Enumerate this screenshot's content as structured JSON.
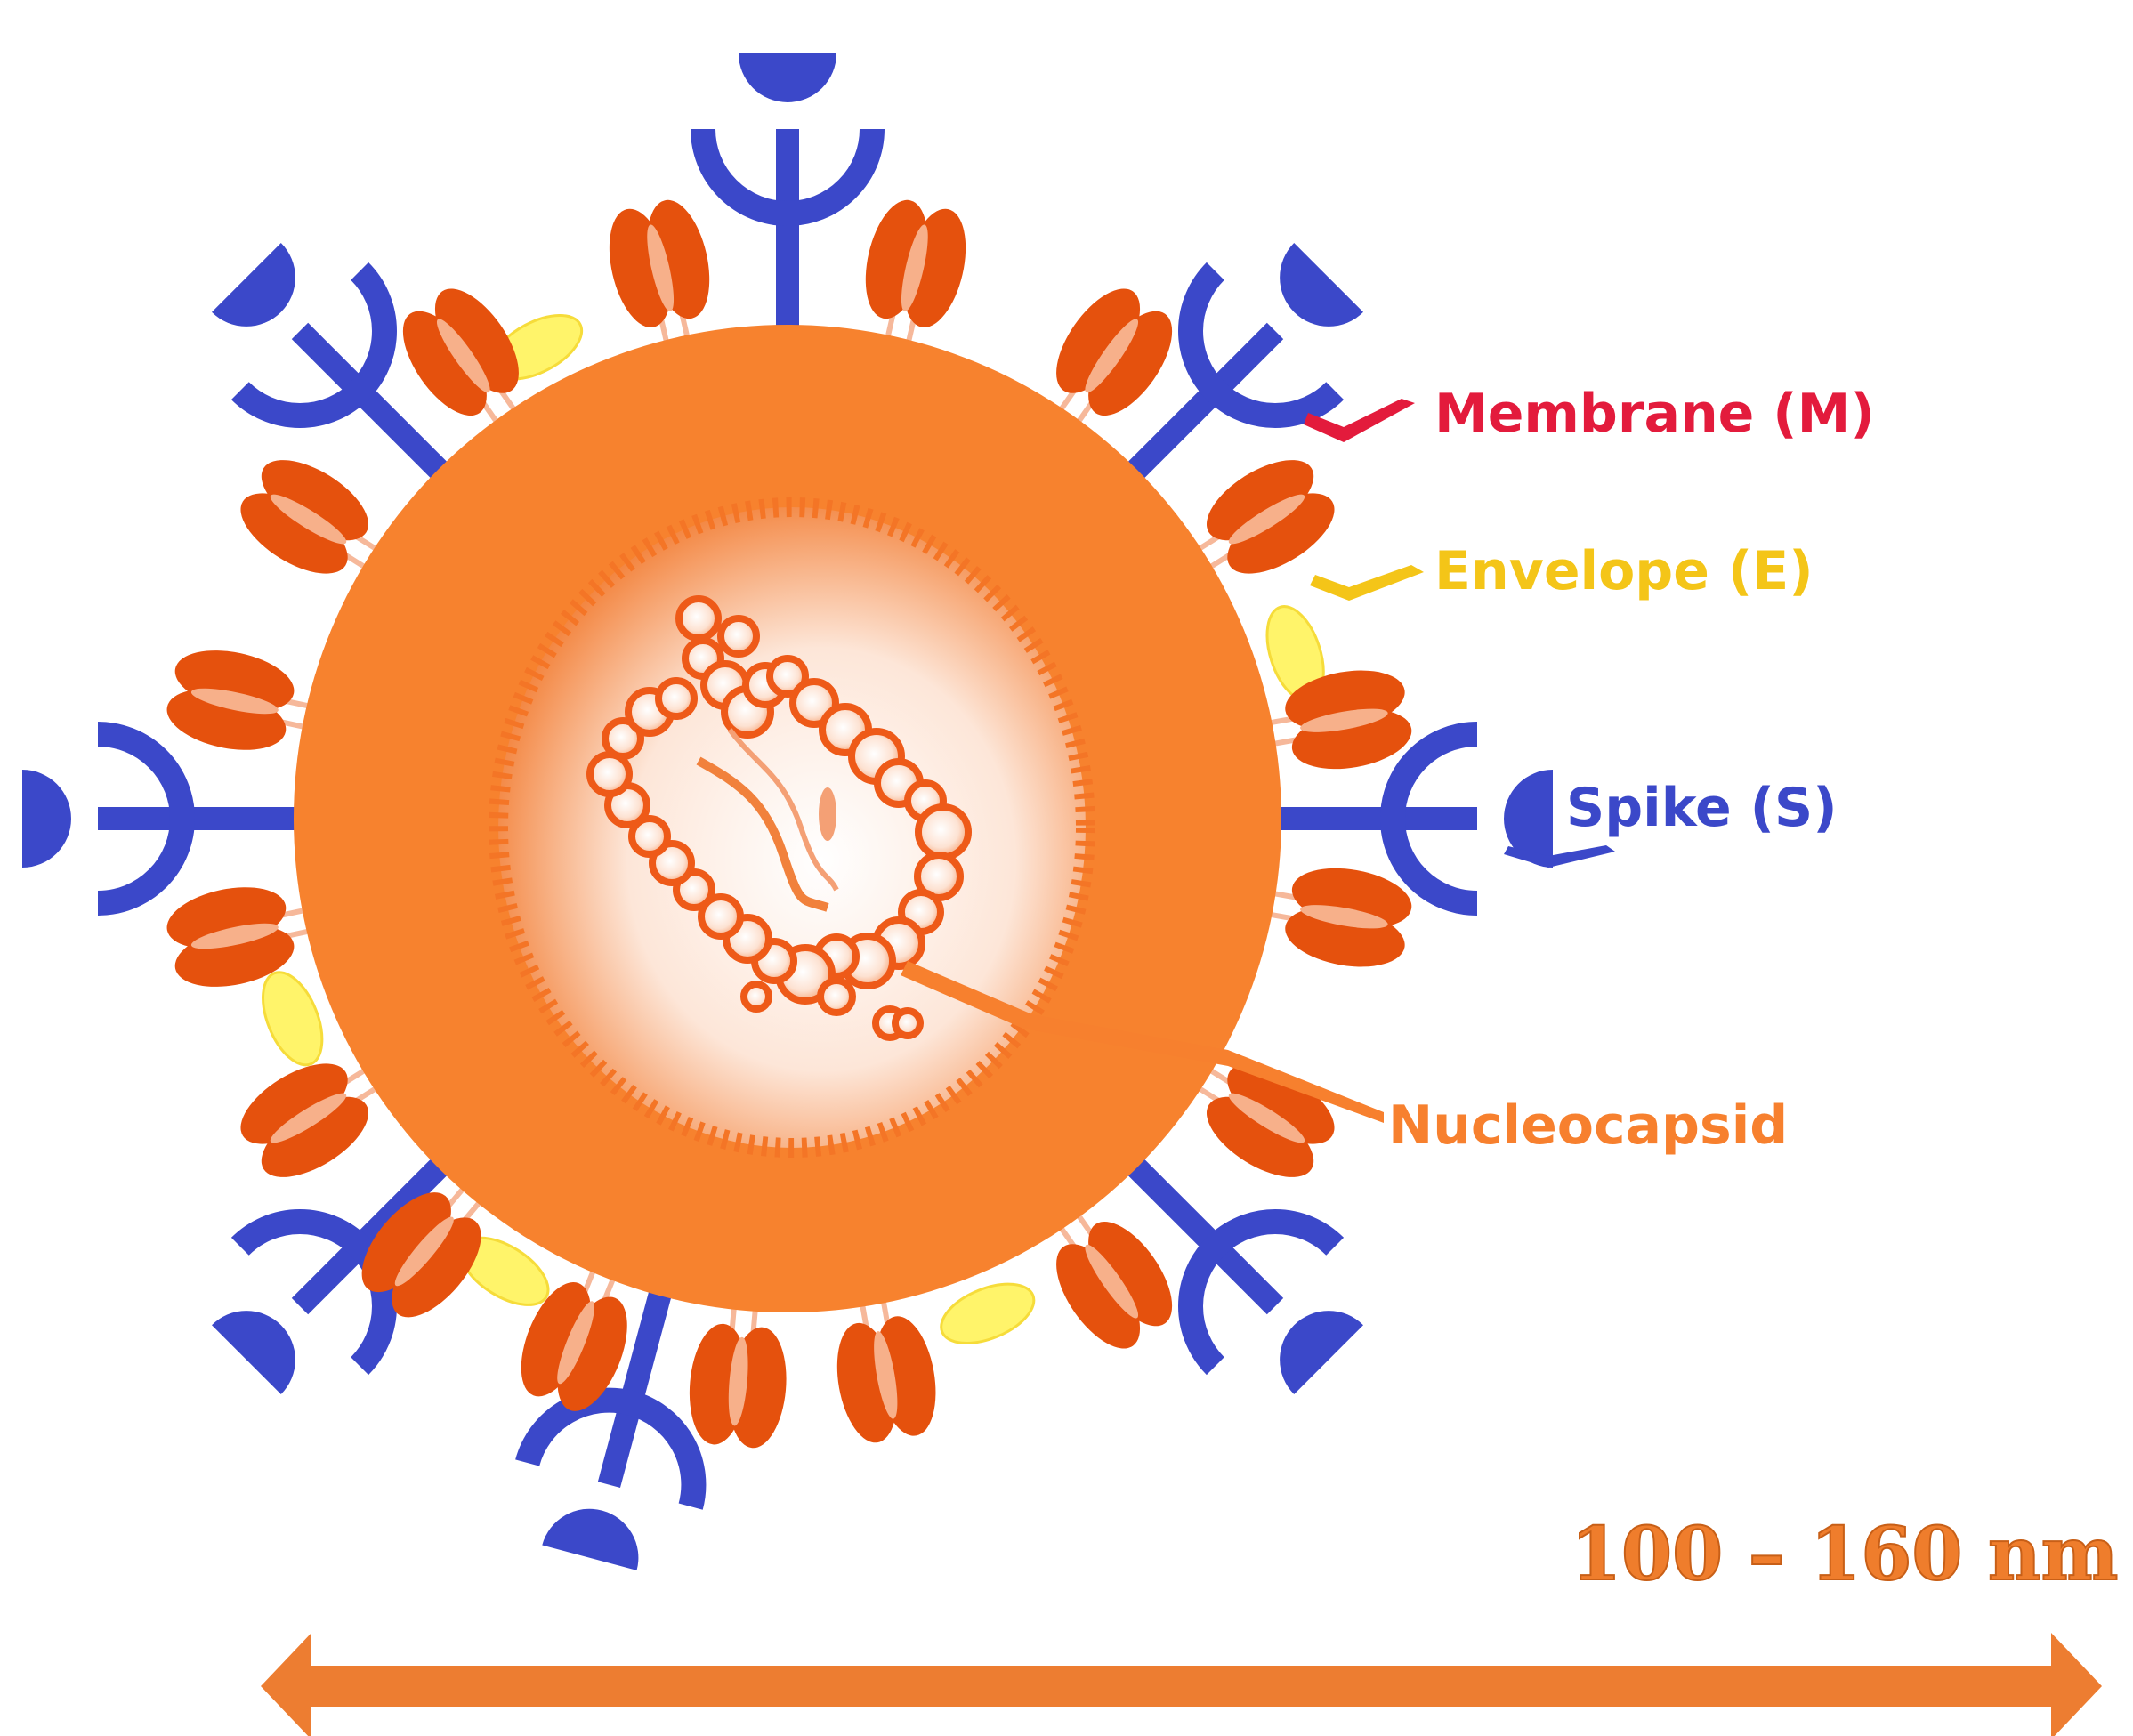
{
  "labels": {
    "membrane": "Membrane (M)",
    "envelope": "Envelope (E)",
    "spike": "Spike (S)",
    "nucleocapsid": "Nucleocapsid"
  },
  "scale": {
    "text": "100 – 160 nm"
  },
  "colors": {
    "membrane": "#e31b3c",
    "envelope": "#f4c518",
    "spike": "#3b48c9",
    "nucleocapsid": "#f7802e",
    "body": "#f7822e",
    "protein": "#e5510d",
    "scale_text": "#ef7d2c",
    "scale_arrow": "#ed7d31"
  }
}
